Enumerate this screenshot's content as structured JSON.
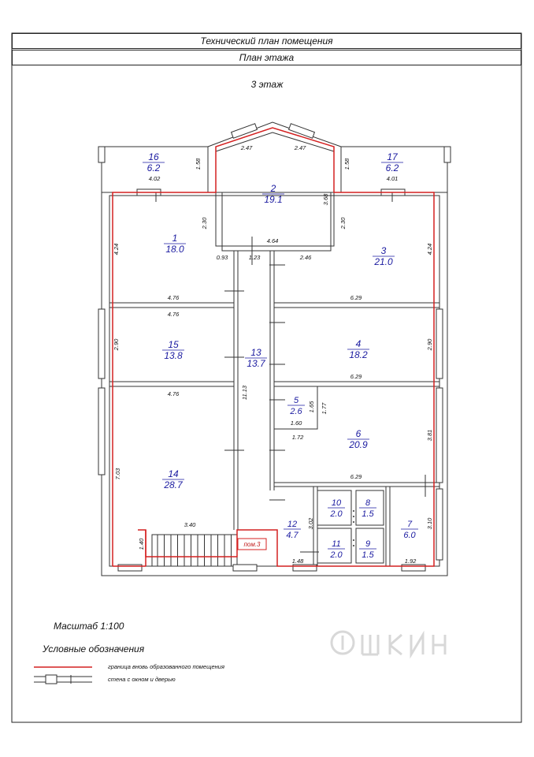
{
  "header": {
    "title": "Технический план помещения",
    "subtitle": "План этажа",
    "floor": "3 этаж"
  },
  "rooms": [
    {
      "id": "1",
      "area": "18.0"
    },
    {
      "id": "2",
      "area": "19.1"
    },
    {
      "id": "3",
      "area": "21.0"
    },
    {
      "id": "4",
      "area": "18.2"
    },
    {
      "id": "5",
      "area": "2.6"
    },
    {
      "id": "6",
      "area": "20.9"
    },
    {
      "id": "7",
      "area": "6.0"
    },
    {
      "id": "8",
      "area": "1.5"
    },
    {
      "id": "9",
      "area": "1.5"
    },
    {
      "id": "10",
      "area": "2.0"
    },
    {
      "id": "11",
      "area": "2.0"
    },
    {
      "id": "12",
      "area": "4.7"
    },
    {
      "id": "13",
      "area": "13.7"
    },
    {
      "id": "14",
      "area": "28.7"
    },
    {
      "id": "15",
      "area": "13.8"
    },
    {
      "id": "16",
      "area": "6.2"
    },
    {
      "id": "17",
      "area": "6.2"
    }
  ],
  "dimensions": [
    "2.47",
    "2.47",
    "1.58",
    "1.58",
    "4.02",
    "4.01",
    "3.68",
    "2.30",
    "2.30",
    "4.24",
    "4.24",
    "4.64",
    "0.93",
    "1.23",
    "2.46",
    "4.76",
    "6.29",
    "4.76",
    "2.90",
    "2.90",
    "6.29",
    "4.76",
    "11.13",
    "1.65",
    "1.77",
    "1.60",
    "1.72",
    "3.81",
    "7.03",
    "6.29",
    "3.02",
    "3.10",
    "3.40",
    "1.40",
    "1.48",
    "1.92"
  ],
  "pom_label": "пом.3",
  "scale": "Масштаб 1:100",
  "legend": {
    "title": "Условные обозначения",
    "items": [
      {
        "label": "граница вновь образованного помещения",
        "color": "#d42020"
      },
      {
        "label": "стена с окном и дверью",
        "color": "#222222"
      }
    ]
  },
  "colors": {
    "room_label": "#1a1aa0",
    "boundary": "#d42020",
    "wall": "#333333"
  }
}
